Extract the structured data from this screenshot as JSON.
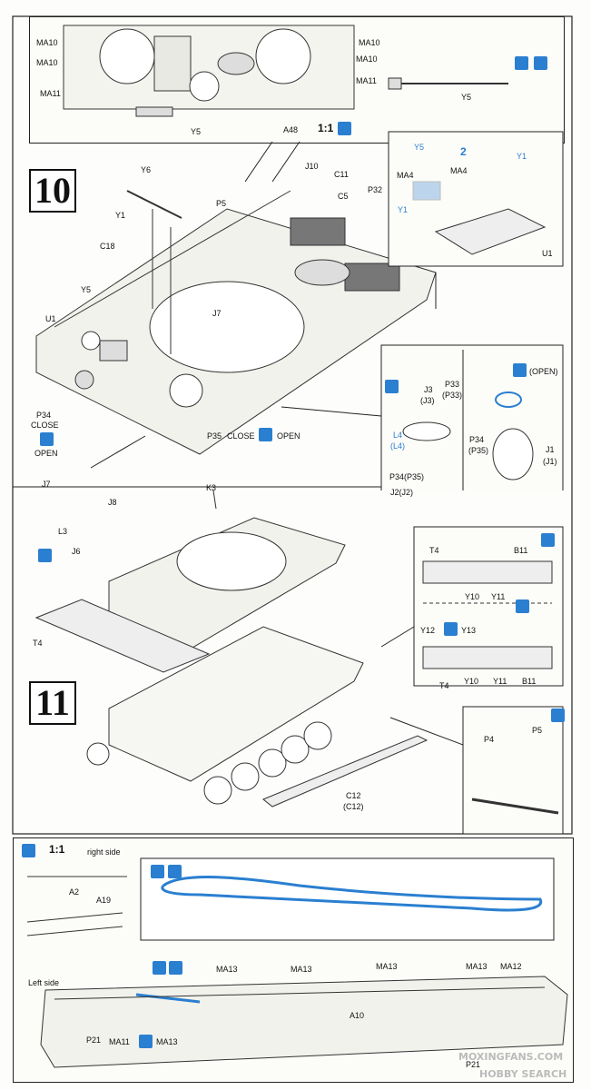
{
  "steps": [
    "10",
    "11"
  ],
  "scale": "1:1",
  "labels": {
    "top": [
      "MA10",
      "MA10",
      "MA11",
      "MA10",
      "MA10",
      "MA11",
      "Y5",
      "A48",
      "Y5"
    ],
    "step10": [
      "Y6",
      "Y1",
      "C18",
      "Y5",
      "U1",
      "P5",
      "J7",
      "J10",
      "C11",
      "C5",
      "P32",
      "P34",
      "CLOSE",
      "OPEN",
      "P35",
      "CLOSE",
      "OPEN"
    ],
    "inset_u1": [
      "Y5",
      "MA4",
      "MA4",
      "Y1",
      "Y1",
      "U1",
      "2"
    ],
    "inset_j": [
      "J7",
      "J8",
      "L3",
      "J6"
    ],
    "inset_p34": [
      "J3",
      "(J3)",
      "P33",
      "(P33)",
      "L4",
      "(L4)",
      "P34(P35)",
      "J2(J2)",
      "(OPEN)",
      "P34",
      "(P35)",
      "J1",
      "(J1)"
    ],
    "step11": [
      "K3",
      "T4",
      "C12",
      "(C12)"
    ],
    "inset_t4": [
      "T4",
      "B11",
      "Y10",
      "Y11",
      "Y12",
      "Y13",
      "Y10",
      "Y11",
      "B11",
      "T4"
    ],
    "inset_p4": [
      "P4",
      "P5"
    ],
    "bottom": [
      "1:1",
      "right side",
      "A2",
      "A19",
      "Left side",
      "MA13",
      "MA13",
      "MA13",
      "MA13",
      "MA12",
      "A10",
      "P21",
      "MA11",
      "MA13",
      "P21"
    ]
  },
  "watermark": [
    "MOXINGFANS.COM",
    "HOBBY SEARCH"
  ],
  "colors": {
    "accent": "#2a7fd0",
    "line": "#222222",
    "paper": "#fdfdfb"
  }
}
